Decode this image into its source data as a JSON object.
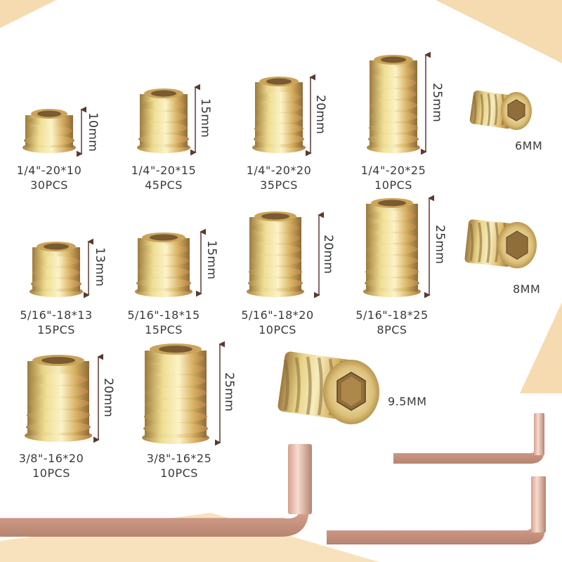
{
  "inserts": [
    {
      "id": "i1",
      "spec": "1/4\"-20*10",
      "qty": "30PCS",
      "length": "10mm"
    },
    {
      "id": "i2",
      "spec": "1/4\"-20*15",
      "qty": "45PCS",
      "length": "15mm"
    },
    {
      "id": "i3",
      "spec": "1/4\"-20*20",
      "qty": "35PCS",
      "length": "20mm"
    },
    {
      "id": "i4",
      "spec": "1/4\"-20*25",
      "qty": "10PCS",
      "length": "25mm"
    },
    {
      "id": "i5",
      "spec": "5/16\"-18*13",
      "qty": "15PCS",
      "length": "13mm"
    },
    {
      "id": "i6",
      "spec": "5/16\"-18*15",
      "qty": "15PCS",
      "length": "15mm"
    },
    {
      "id": "i7",
      "spec": "5/16\"-18*20",
      "qty": "10PCS",
      "length": "20mm"
    },
    {
      "id": "i8",
      "spec": "5/16\"-18*25",
      "qty": "8PCS",
      "length": "25mm"
    },
    {
      "id": "i9",
      "spec": "3/8\"-16*20",
      "qty": "10PCS",
      "length": "20mm"
    },
    {
      "id": "i10",
      "spec": "3/8\"-16*25",
      "qty": "10PCS",
      "length": "25mm"
    }
  ],
  "hex_keys": [
    "6MM",
    "8MM",
    "9.5MM"
  ],
  "colors": {
    "background": "#ffffff",
    "corner_accent": "#f6dbb0",
    "brass_light": "#f1e3a0",
    "brass_mid": "#c9a45a",
    "brass_dark": "#8a6a3a",
    "wrench_light": "#f0cfc4",
    "wrench_dark": "#b98a78",
    "arrow": "#5a3a30"
  }
}
